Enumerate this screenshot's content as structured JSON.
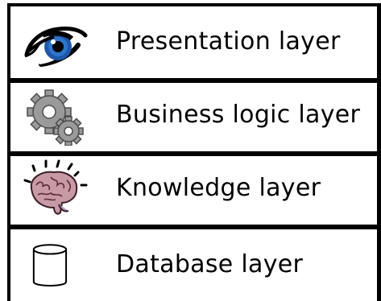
{
  "layers": [
    {
      "label": "Presentation layer",
      "icon": "eye-icon"
    },
    {
      "label": "Business logic layer",
      "icon": "gears-icon"
    },
    {
      "label": "Knowledge layer",
      "icon": "brain-icon"
    },
    {
      "label": "Database layer",
      "icon": "database-cylinder-icon"
    }
  ]
}
